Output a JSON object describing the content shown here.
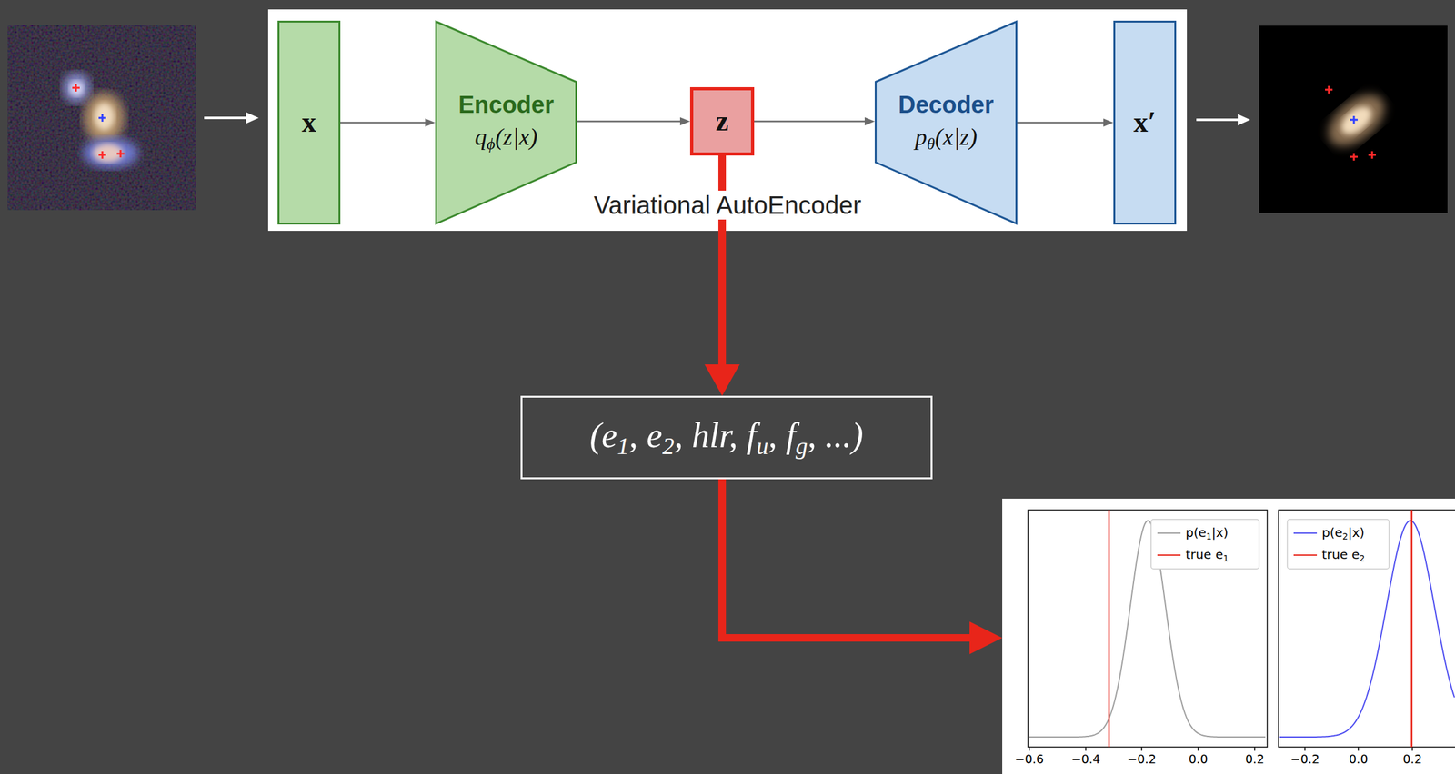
{
  "diagram": {
    "nodes": [
      {
        "text": [
          "Variational AutoEncoder"
        ]
      },
      {
        "text": [
          "x"
        ],
        "in": 0
      },
      {
        "text": [
          "Encoder",
          "qϕ(z|x)"
        ],
        "in": 0
      },
      {
        "text": [
          "z"
        ],
        "in": 0
      },
      {
        "text": [
          "Decoder",
          "pθ(x|z)"
        ],
        "in": 0
      },
      {
        "text": [
          "x′"
        ],
        "in": 0
      },
      {
        "text": [
          "(e1, e2, hlr, fu, fg, ...)"
        ]
      }
    ],
    "edges": [
      {
        "from": 1,
        "to": 2,
        "arrow": "to"
      },
      {
        "from": 2,
        "to": 3,
        "arrow": "to"
      },
      {
        "from": 3,
        "to": 4,
        "arrow": "to"
      },
      {
        "from": 4,
        "to": 5,
        "arrow": "to"
      },
      {
        "from": 3,
        "to": 6,
        "arrow": "to"
      }
    ],
    "labels": [
      "−0.6",
      "−0.4",
      "−0.2",
      "0.0",
      "0.2",
      "−0.2",
      "0.0",
      "0.2"
    ],
    "legend": [
      {
        "text": "p(e1|x)"
      },
      {
        "text": "true e1"
      },
      {
        "text": "p(e2|x)"
      },
      {
        "text": "true e2"
      }
    ]
  }
}
